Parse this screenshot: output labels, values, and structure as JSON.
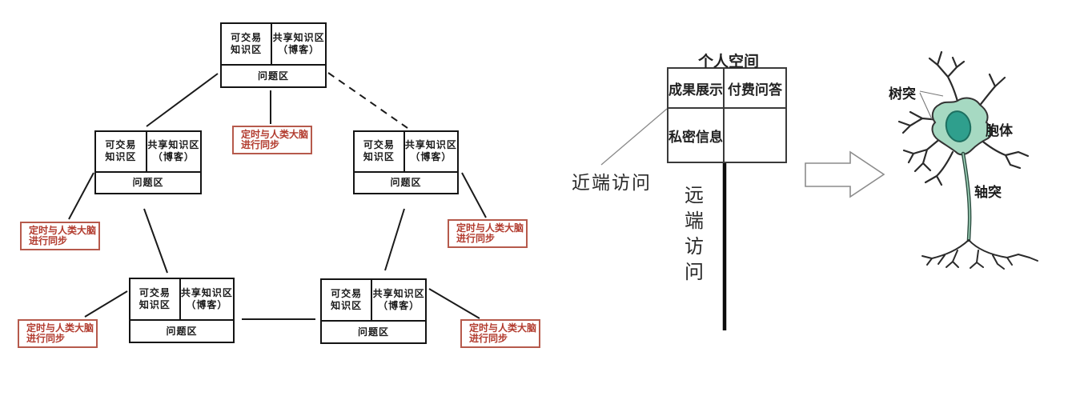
{
  "diagram": {
    "knowledge_node": {
      "tradeable_line1": "可交易",
      "tradeable_line2": "知识区",
      "shared_line1": "共享知识区",
      "shared_line2": "（博客）",
      "question": "问题区"
    },
    "sync_label": {
      "line1": "定时与人类大脑",
      "line2": "进行同步"
    },
    "colors": {
      "sync_red": "#b23b2e",
      "line_black": "#1a1a1a"
    }
  },
  "personal_space": {
    "title": "个人空间",
    "cells": {
      "top_left": "成果展示",
      "top_right": "付费问答",
      "bottom_left": "私密信息",
      "bottom_right": ""
    },
    "near_access": "近端访问",
    "remote_access_chars": [
      "远",
      "端",
      "访",
      "问"
    ]
  },
  "neuron": {
    "labels": {
      "dendrite": "树突",
      "soma": "胞体",
      "axon": "轴突"
    },
    "colors": {
      "body_fill": "#a6d9c2",
      "nucleus_fill": "#2f9f8d"
    }
  }
}
